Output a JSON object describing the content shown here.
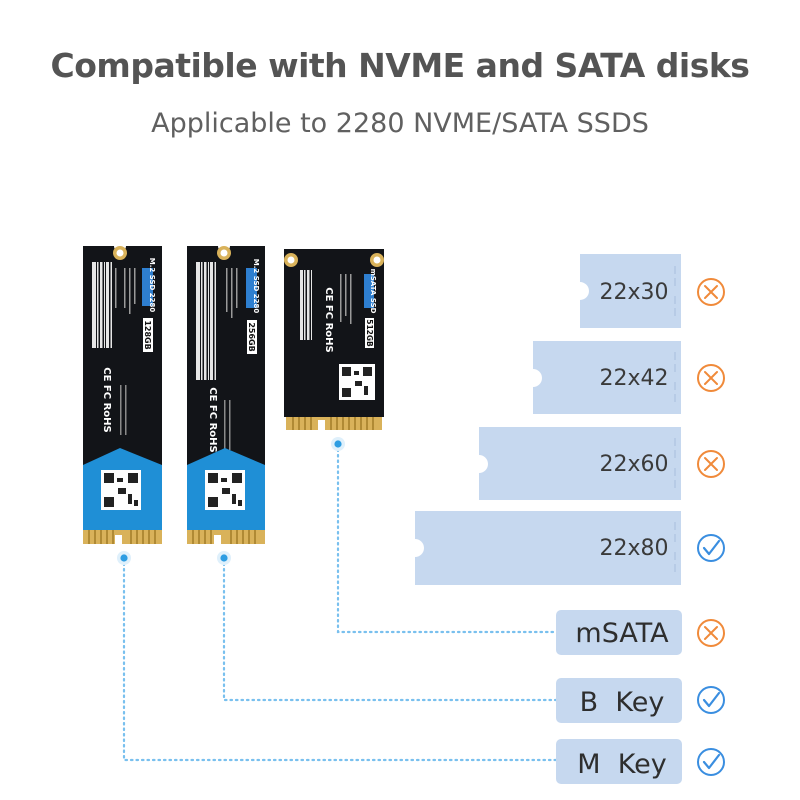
{
  "header": {
    "title": "Compatible with NVME and SATA disks",
    "subtitle": "Applicable to 2280 NVME/SATA SSDS"
  },
  "ssd_cards": [
    {
      "badge": "M.2 SSD 2280",
      "capacity": "128GB",
      "marks": "CE FC RoHS"
    },
    {
      "badge": "M.2 SSD 2280",
      "capacity": "256GB",
      "marks": "CE FC RoHS"
    },
    {
      "badge": "mSATA SSD",
      "capacity": "512GB",
      "marks": "CE FC RoHS"
    }
  ],
  "size_rows": [
    {
      "label": "22x30",
      "status": "incompatible"
    },
    {
      "label": "22x42",
      "status": "incompatible"
    },
    {
      "label": "22x60",
      "status": "incompatible"
    },
    {
      "label": "22x80",
      "status": "compatible"
    }
  ],
  "interface_rows": [
    {
      "label": "mSATA",
      "status": "incompatible"
    },
    {
      "label": "B  Key",
      "status": "compatible"
    },
    {
      "label": "M  Key",
      "status": "compatible"
    }
  ],
  "colors": {
    "board_fill": "#c6d8ef",
    "check": "#3a8ee0",
    "cross": "#f08a3a",
    "dots": "#79c0ee",
    "pcb": "#121418",
    "gold": "#d9b25a",
    "blue_panel": "#1f8fd6"
  }
}
